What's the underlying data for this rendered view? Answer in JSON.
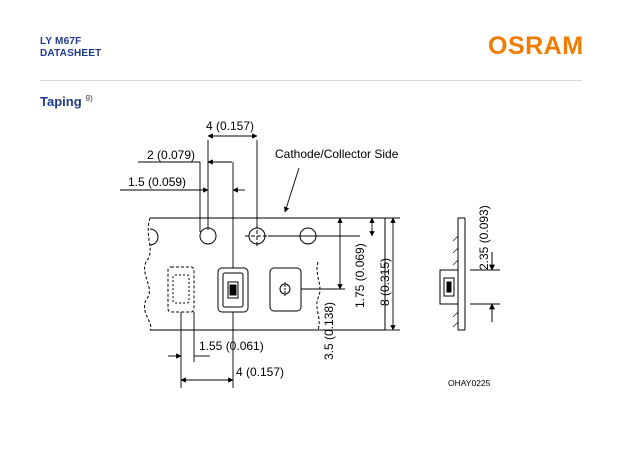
{
  "header": {
    "product_line": "LY M67F",
    "doc_type": "DATASHEET",
    "brand": "OSRAM"
  },
  "section": {
    "title": "Taping",
    "footnote": "9)"
  },
  "drawing": {
    "dim_pitch_top": "4 (0.157)",
    "dim_2": "2 (0.079)",
    "dim_1_5": "1.5 (0.059)",
    "cathode_label": "Cathode/Collector Side",
    "dim_1_75": "1.75 (0.069)",
    "dim_8": "8 (0.315)",
    "dim_3_5": "3.5 (0.138)",
    "dim_1_55": "1.55 (0.061)",
    "dim_pitch_bottom": "4 (0.157)",
    "dim_2_35": "2.35 (0.093)",
    "drawing_id": "OHAY0225"
  },
  "colors": {
    "brand_orange": "#f07d00",
    "header_blue": "#1e3a8c"
  }
}
